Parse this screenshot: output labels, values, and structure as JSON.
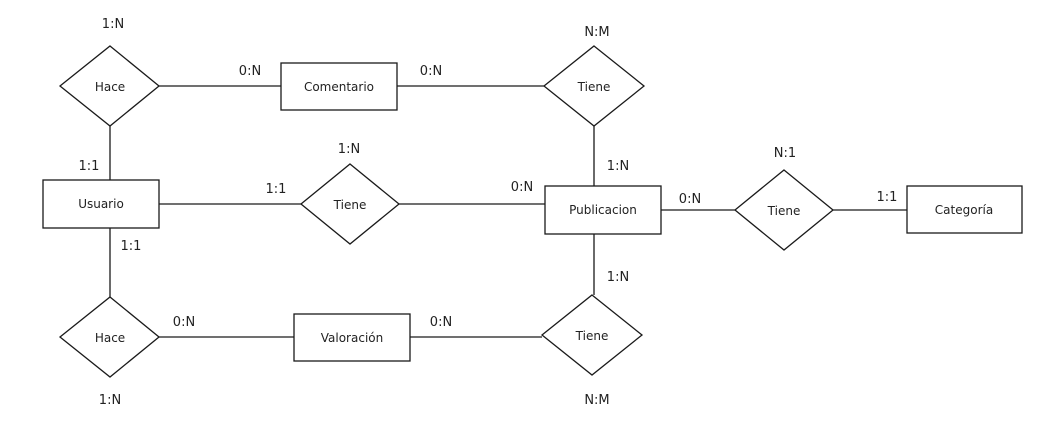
{
  "entities": {
    "usuario": "Usuario",
    "comentario": "Comentario",
    "publicacion": "Publicacion",
    "categoria": "Categoría",
    "valoracion": "Valoración"
  },
  "relationships": {
    "hace_comentario": "Hace",
    "tiene_comentario": "Tiene",
    "tiene_usuario_pub": "Tiene",
    "tiene_categoria": "Tiene",
    "hace_valoracion": "Hace",
    "tiene_valoracion": "Tiene"
  },
  "cardinalities": {
    "hace_comentario_top": "1:N",
    "hace_comentario_to_comentario": "0:N",
    "comentario_to_tiene": "0:N",
    "tiene_comentario_top": "N:M",
    "tiene_comentario_to_publicacion": "1:N",
    "usuario_to_hace_comentario": "1:1",
    "tiene_usuario_pub_top": "1:N",
    "usuario_to_tiene": "1:1",
    "tiene_to_publicacion": "0:N",
    "publicacion_to_tiene_categoria": "0:N",
    "tiene_categoria_top": "N:1",
    "tiene_to_categoria": "1:1",
    "usuario_to_hace_valoracion": "1:1",
    "publicacion_to_tiene_valoracion": "1:N",
    "hace_valoracion_to_valoracion": "0:N",
    "valoracion_to_tiene": "0:N",
    "hace_valoracion_bottom": "1:N",
    "tiene_valoracion_bottom": "N:M"
  }
}
